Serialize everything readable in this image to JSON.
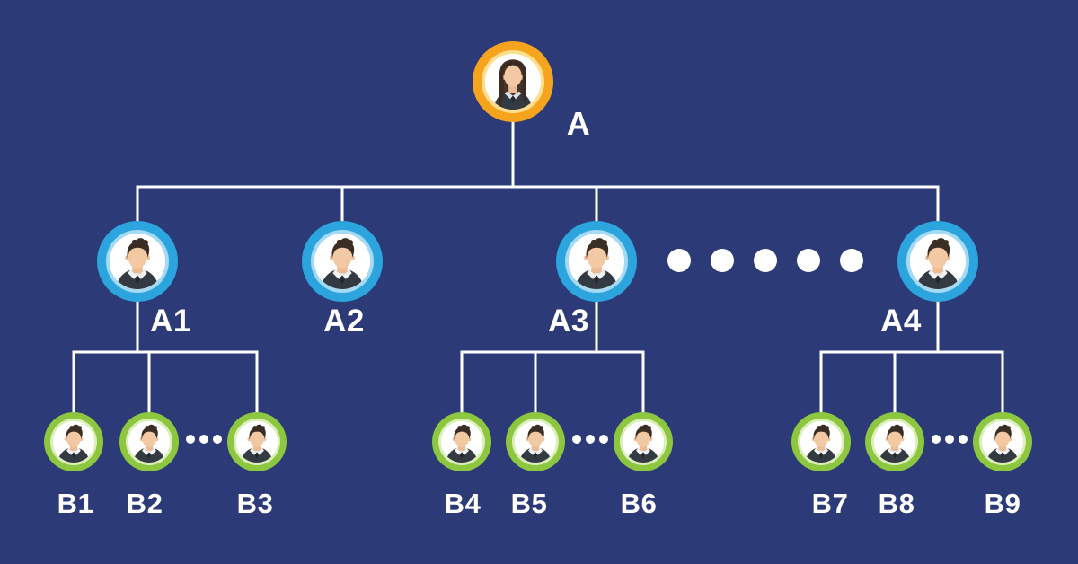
{
  "colors": {
    "background": "#2d3a78",
    "connector": "#ffffff",
    "root_ring": "#f6a41e",
    "root_ring_inner": "#ffdf8e",
    "level_a_ring": "#2ca5df",
    "level_a_ring_inner": "#a6daf3",
    "level_b_ring": "#8dc63f",
    "level_b_ring_inner": "#dcefba",
    "label_text": "#ffffff",
    "ellipsis_dot": "#ffffff"
  },
  "nodes": {
    "root": {
      "label": "A",
      "avatar": "woman-avatar-icon"
    },
    "level_a": [
      {
        "label": "A1",
        "avatar": "man-avatar-icon"
      },
      {
        "label": "A2",
        "avatar": "man-avatar-icon"
      },
      {
        "label": "A3",
        "avatar": "man-avatar-icon"
      },
      {
        "label": "A4",
        "avatar": "man-avatar-icon"
      }
    ],
    "level_b": [
      {
        "label": "B1",
        "avatar": "man-avatar-icon"
      },
      {
        "label": "B2",
        "avatar": "man-avatar-icon"
      },
      {
        "label": "B3",
        "avatar": "man-avatar-icon"
      },
      {
        "label": "B4",
        "avatar": "man-avatar-icon"
      },
      {
        "label": "B5",
        "avatar": "man-avatar-icon"
      },
      {
        "label": "B6",
        "avatar": "man-avatar-icon"
      },
      {
        "label": "B7",
        "avatar": "man-avatar-icon"
      },
      {
        "label": "B8",
        "avatar": "man-avatar-icon"
      },
      {
        "label": "B9",
        "avatar": "man-avatar-icon"
      }
    ]
  },
  "ellipsis": {
    "level_a_dot_count": 5,
    "level_b_dot_count_per_group": 3
  }
}
